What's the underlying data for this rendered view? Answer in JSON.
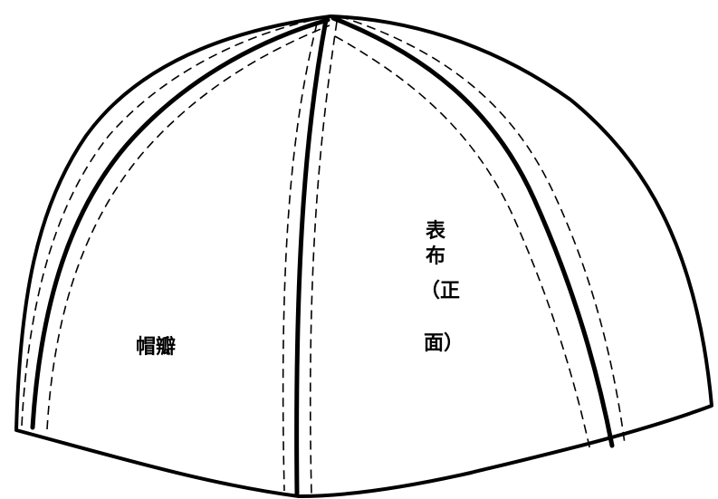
{
  "diagram": {
    "labels": {
      "panel_label": "帽瓣",
      "outer_fabric_label_line1": "表",
      "outer_fabric_label_line2": "布",
      "outer_fabric_label_line3": "（正",
      "outer_fabric_label_line4": "面）"
    },
    "colors": {
      "line": "#000000",
      "background": "#ffffff"
    }
  }
}
